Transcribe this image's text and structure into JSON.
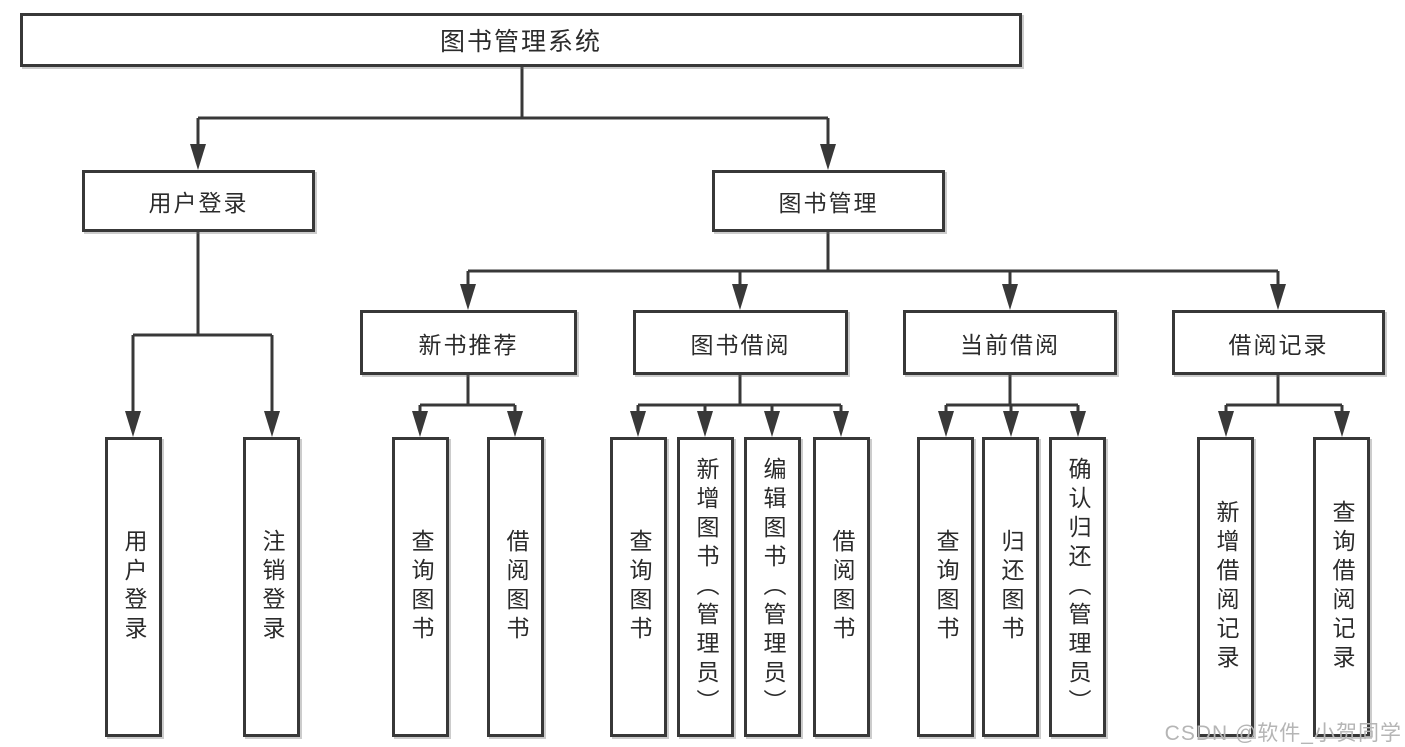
{
  "colors": {
    "line": "#383838",
    "node_background": "#ffffff",
    "node_text": "#2b2b2b",
    "watermark_text": "#b5b5b5"
  },
  "watermark": {
    "text": "CSDN @软件_小贺同学"
  },
  "tree": {
    "label": "图书管理系统",
    "children": [
      {
        "label": "用户登录",
        "children": [
          {
            "label": "用户登录"
          },
          {
            "label": "注销登录"
          }
        ]
      },
      {
        "label": "图书管理",
        "children": [
          {
            "label": "新书推荐",
            "children": [
              {
                "label": "查询图书"
              },
              {
                "label": "借阅图书"
              }
            ]
          },
          {
            "label": "图书借阅",
            "children": [
              {
                "label": "查询图书"
              },
              {
                "label": "新增图书（管理员）"
              },
              {
                "label": "编辑图书（管理员）"
              },
              {
                "label": "借阅图书"
              }
            ]
          },
          {
            "label": "当前借阅",
            "children": [
              {
                "label": "查询图书"
              },
              {
                "label": "归还图书"
              },
              {
                "label": "确认归还（管理员）"
              }
            ]
          },
          {
            "label": "借阅记录",
            "children": [
              {
                "label": "新增借阅记录"
              },
              {
                "label": "查询借阅记录"
              }
            ]
          }
        ]
      }
    ]
  }
}
